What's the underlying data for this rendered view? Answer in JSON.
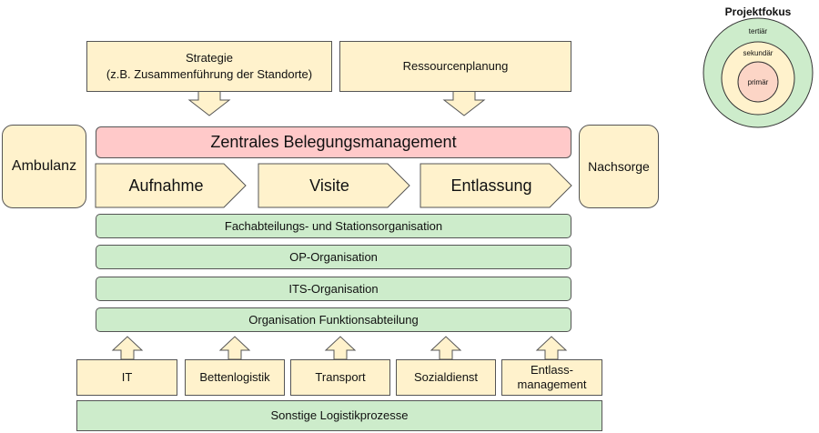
{
  "top": {
    "strategie_line1": "Strategie",
    "strategie_line2": "(z.B. Zusammenführung  der Standorte)",
    "ressourcen": "Ressourcenplanung"
  },
  "side": {
    "left": "Ambulanz",
    "right": "Nachsorge"
  },
  "central": "Zentrales Belegungsmanagement",
  "process": [
    "Aufnahme",
    "Visite",
    "Entlassung"
  ],
  "org": [
    "Fachabteilungs- und Stationsorganisation",
    "OP-Organisation",
    "ITS-Organisation",
    "Organisation Funktionsabteilung"
  ],
  "support": [
    "IT",
    "Bettenlogistik",
    "Transport",
    "Sozialdienst",
    "Entlass-\nmanagement"
  ],
  "bottom": "Sonstige Logistikprozesse",
  "legend": {
    "title": "Projektfokus",
    "outer": "tertiär",
    "middle": "sekundär",
    "inner": "primär"
  },
  "colors": {
    "beige": "#fff2cc",
    "green": "#cdeccb",
    "pink": "#ffc9c9",
    "inner": "#fcd5c6"
  }
}
